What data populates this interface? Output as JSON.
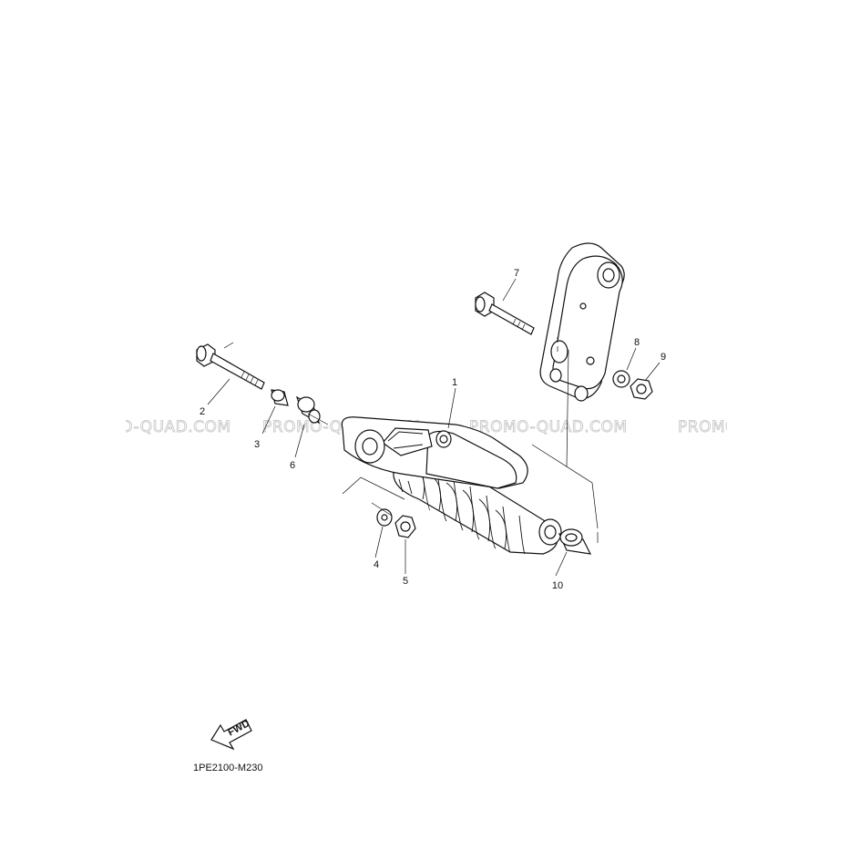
{
  "watermarks": [
    "PROMO-QUAD.COM",
    "PROMO-QUAD.COM",
    "PROMO-QUAD.COM",
    "PROMO-QUAD.COM"
  ],
  "callouts": [
    "1",
    "2",
    "3",
    "4",
    "5",
    "6",
    "7",
    "8",
    "9",
    "10"
  ],
  "fwd_label": "FWD",
  "diagram_code": "1PE2100-M230",
  "colors": {
    "ink": "#111111",
    "watermark": "#c9c9c9",
    "background": "#ffffff"
  }
}
